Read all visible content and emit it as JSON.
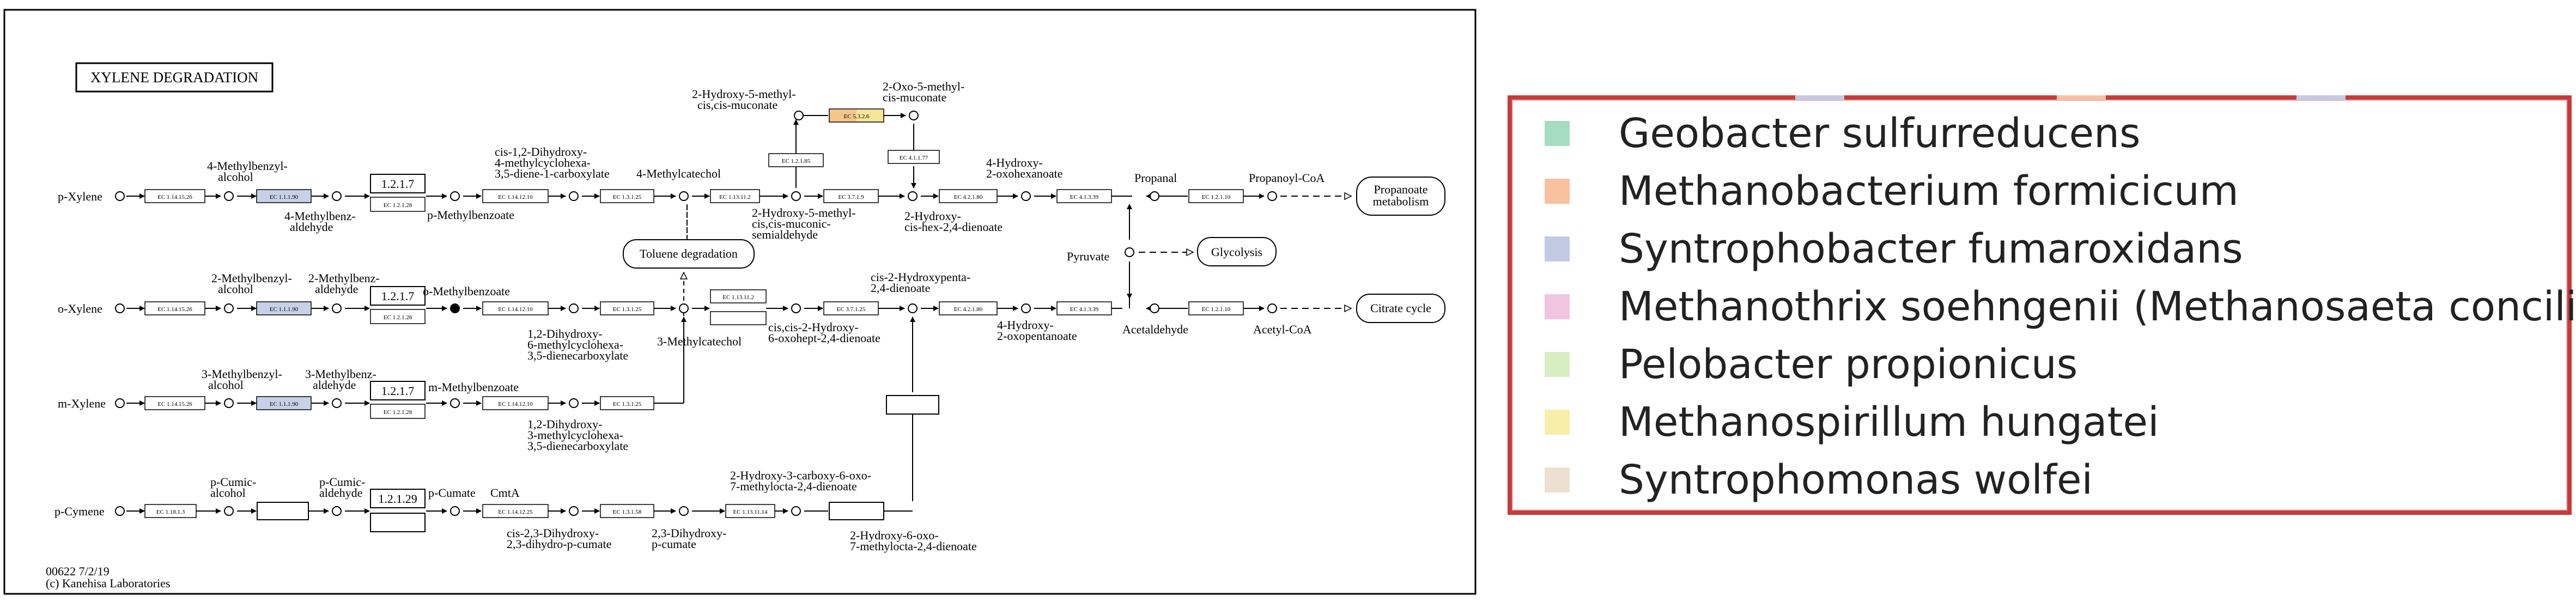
{
  "map": {
    "title": "XYLENE DEGRADATION",
    "footer_id": "00622 7/2/19",
    "footer_copyright": "(c) Kanehisa Laboratories",
    "compounds": {
      "p_xylene": "p-Xylene",
      "o_xylene": "o-Xylene",
      "m_xylene": "m-Xylene",
      "p_cymene": "p-Cymene",
      "methylbenzyl_4": [
        "4-Methylbenzyl-",
        "alcohol"
      ],
      "methylbenzaldehyde_4": [
        "4-Methylbenz-",
        "aldehyde"
      ],
      "p_methylbenzoate": "p-Methylbenzoate",
      "dihydroxy_4methyl": [
        "cis-1,2-Dihydroxy-",
        "4-methylcyclohexa-",
        "3,5-diene-1-carboxylate"
      ],
      "methylcatechol_4": "4-Methylcatechol",
      "hydroxy5methyl_muconate": [
        "2-Hydroxy-5-methyl-",
        "cis,cis-muconate"
      ],
      "oxo5methyl_muconate": [
        "2-Oxo-5-methyl-",
        "cis-muconate"
      ],
      "hydroxy5methyl_semialdehyde": [
        "2-Hydroxy-5-methyl-",
        "cis,cis-muconic-",
        "semialdehyde"
      ],
      "hydroxy_hexadienoate": [
        "2-Hydroxy-",
        "cis-hex-2,4-dienoate"
      ],
      "hydroxy_oxohexanoate": [
        "4-Hydroxy-",
        "2-oxohexanoate"
      ],
      "propanal": "Propanal",
      "propanoyl_coa": "Propanoyl-CoA",
      "propanoate_metabolism": [
        "Propanoate",
        "metabolism"
      ],
      "toluene_degradation": "Toluene degradation",
      "pyruvate": "Pyruvate",
      "glycolysis": "Glycolysis",
      "methylbenzyl_2": [
        "2-Methylbenzyl-",
        "alcohol"
      ],
      "methylbenzaldehyde_2": [
        "2-Methylbenz-",
        "aldehyde"
      ],
      "o_methylbenzoate": "o-Methylbenzoate",
      "dihydroxy_6methyl": [
        "1,2-Dihydroxy-",
        "6-methylcyclohexa-",
        "3,5-dienecarboxylate"
      ],
      "methylcatechol_3": "3-Methylcatechol",
      "hydroxy_oxohept": [
        "cis,cis-2-Hydroxy-",
        "6-oxohept-2,4-dienoate"
      ],
      "hydroxypenta": [
        "cis-2-Hydroxypenta-",
        "2,4-dienoate"
      ],
      "hydroxy_oxopentanoate": [
        "4-Hydroxy-",
        "2-oxopentanoate"
      ],
      "acetaldehyde": "Acetaldehyde",
      "acetyl_coa": "Acetyl-CoA",
      "citrate_cycle": "Citrate cycle",
      "methylbenzyl_3": [
        "3-Methylbenzyl-",
        "alcohol"
      ],
      "methylbenzaldehyde_3": [
        "3-Methylbenz-",
        "aldehyde"
      ],
      "m_methylbenzoate": "m-Methylbenzoate",
      "dihydroxy_3methyl": [
        "1,2-Dihydroxy-",
        "3-methylcyclohexa-",
        "3,5-dienecarboxylate"
      ],
      "p_cumic_alcohol": [
        "p-Cumic-",
        "alcohol"
      ],
      "p_cumic_aldehyde": [
        "p-Cumic-",
        "aldehyde"
      ],
      "p_cumate": "p-Cumate",
      "cmta": "CmtA",
      "dihydroxy_pcumate": [
        "cis-2,3-Dihydroxy-",
        "2,3-dihydro-p-cumate"
      ],
      "dihydroxy_pcumate2": [
        "2,3-Dihydroxy-",
        "p-cumate"
      ],
      "hydroxy_carboxy_oxo": [
        "2-Hydroxy-3-carboxy-6-oxo-",
        "7-methylocta-2,4-dienoate"
      ],
      "hydroxy_oxo_methylocta": [
        "2-Hydroxy-6-oxo-",
        "7-methylocta-2,4-dienoate"
      ]
    },
    "enzymes": {
      "ec_1_14_15_26": "EC 1.14.15.26",
      "ec_1_1_1_90": "EC 1.1.1.90",
      "ec_1_2_1_7": "1.2.1.7",
      "ec_1_2_1_28": "EC 1.2.1.28",
      "ec_1_14_12_10": "EC 1.14.12.10",
      "ec_1_3_1_25": "EC 1.3.1.25",
      "ec_1_13_11_2": "EC 1.13.11.2",
      "ec_3_7_1_9": "EC 3.7.1.9",
      "ec_4_2_1_80": "EC 4.2.1.80",
      "ec_4_1_3_39": "EC 4.1.3.39",
      "ec_1_2_1_10": "EC 1.2.1.10",
      "ec_1_2_1_85": "EC 1.2.1.85",
      "ec_5_3_2_6": "EC 5.3.2.6",
      "ec_4_1_1_77": "EC 4.1.1.77",
      "ec_3_7_1_25": "EC 3.7.1.25",
      "ec_1_18_1_3": "EC 1.18.1.3",
      "ec_1_2_1_29": "1.2.1.29",
      "ec_1_14_12_25": "EC 1.14.12.25",
      "ec_1_3_1_58": "EC 1.3.1.58",
      "ec_1_13_11_14": "EC 1.13.11.14"
    },
    "colors": {
      "highlight_blue": "#c6d1e8",
      "highlight_split_a": "#f4c58a",
      "highlight_split_b": "#f7e597",
      "line": "#000000"
    }
  },
  "legend": {
    "items": [
      {
        "label": "Geobacter sulfurreducens",
        "color": "#a6dcc0"
      },
      {
        "label": "Methanobacterium formicicum",
        "color": "#f8c1a0"
      },
      {
        "label": "Syntrophobacter fumaroxidans",
        "color": "#c3cbe4"
      },
      {
        "label": "Methanothrix soehngenii (Methanosaeta concilii)",
        "color": "#f1c4df"
      },
      {
        "label": "Pelobacter propionicus",
        "color": "#d8edc2"
      },
      {
        "label": "Methanospirillum hungatei",
        "color": "#f9eea9"
      },
      {
        "label": "Syntrophomonas wolfei",
        "color": "#ede0d0"
      }
    ],
    "border_color": "#c63b3b",
    "stripe_colors": [
      "#c3cbe4",
      "#f8c1a0",
      "#c3cbe4"
    ]
  }
}
